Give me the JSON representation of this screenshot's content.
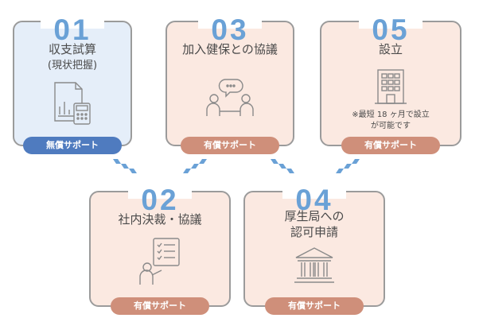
{
  "colors": {
    "number_blue": "#6aa1d6",
    "free_badge": "#4f7bbf",
    "paid_badge": "#cf8f7a",
    "free_card": "#e5eef9",
    "paid_card": "#fbe9e1",
    "arrow": "#6aa1d6"
  },
  "steps": {
    "s1": {
      "number": "01",
      "title": "収支試算",
      "subtitle": "(現状把握)",
      "badge": "無償サポート",
      "icon": "document-calculator-icon"
    },
    "s2": {
      "number": "02",
      "title": "社内決裁・協議",
      "badge": "有償サポート",
      "icon": "presenter-checklist-icon"
    },
    "s3": {
      "number": "03",
      "title": "加入健保との協議",
      "badge": "有償サポート",
      "icon": "meeting-discussion-icon"
    },
    "s4": {
      "number": "04",
      "title_line1": "厚生局への",
      "title_line2": "認可申請",
      "badge": "有償サポート",
      "icon": "government-building-icon"
    },
    "s5": {
      "number": "05",
      "title": "設立",
      "note_line1": "※最短 18 ヶ月で設立",
      "note_line2": "が可能です",
      "badge": "有償サポート",
      "icon": "office-building-icon"
    }
  }
}
